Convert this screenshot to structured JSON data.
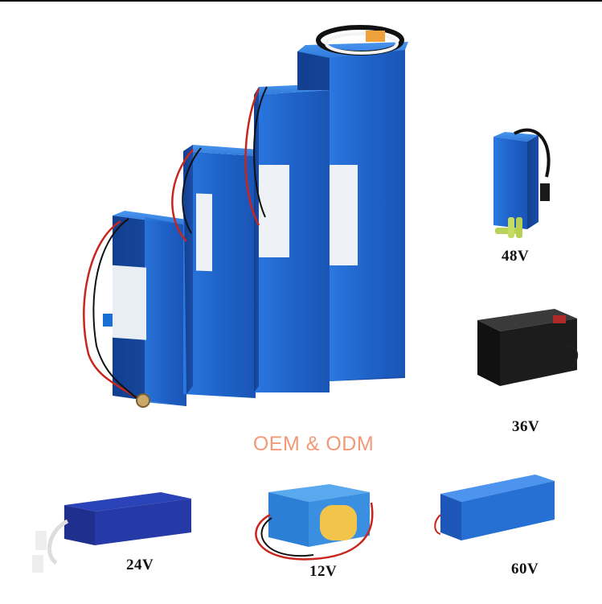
{
  "headline": "OEM & ODM",
  "voltage_labels": {
    "v48": "48V",
    "v36": "36V",
    "v24": "24V",
    "v12": "12V",
    "v60": "60V"
  },
  "colors": {
    "battery_blue": "#1f63c9",
    "battery_dark_blue": "#173a9a",
    "case_black": "#1a1a1a",
    "headline_orange": "#f19a78"
  }
}
